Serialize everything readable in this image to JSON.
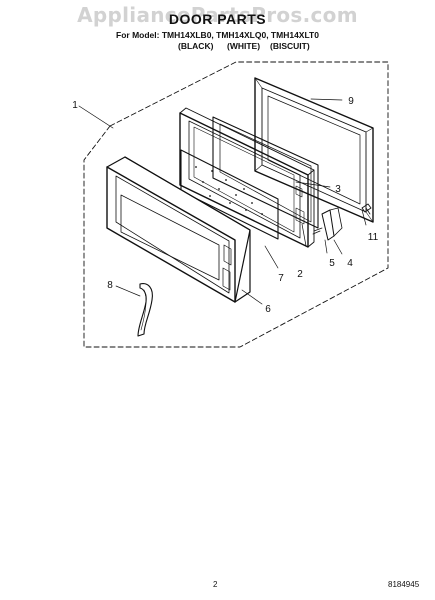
{
  "watermark": "AppliancePartsPros.com",
  "header": {
    "title": "DOOR PARTS",
    "model_line": "For Model: TMH14XLB0, TMH14XLQ0, TMH14XLT0",
    "finishes": [
      "(BLACK)",
      "(WHITE)",
      "(BISCUIT)"
    ]
  },
  "callouts": [
    "1",
    "9",
    "3",
    "2",
    "11",
    "4",
    "5",
    "7",
    "8",
    "6"
  ],
  "footer": {
    "page_number": "2",
    "doc_number": "8184945"
  }
}
